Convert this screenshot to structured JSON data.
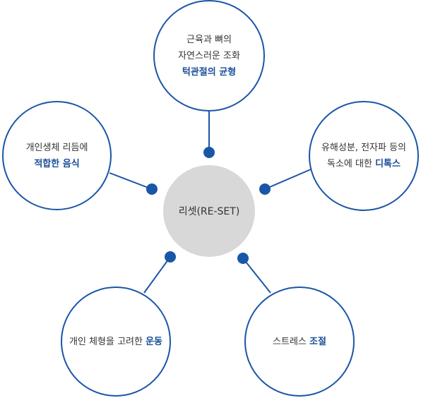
{
  "center": {
    "label": "리셋(RE-SET)"
  },
  "colors": {
    "accent": "#1a56a6",
    "emphasis_text": "#1a4f99",
    "center_fill": "#d8d8d8",
    "body_text": "#333333"
  },
  "nodes": {
    "top": {
      "line1": "근육과 뼈의",
      "line2": "자연스러운 조화",
      "line3_em": "턱관절의 균형"
    },
    "left": {
      "line1": "개인생체 리듬에",
      "line2_em": "적합한 음식"
    },
    "right": {
      "line1": "유해성분, 전자파 등의",
      "line2": "독소에 대한 ",
      "line2_em": "디톡스"
    },
    "bottom_left": {
      "line1": "개인 체형을 고려한 ",
      "line1_em": "운동"
    },
    "bottom_right": {
      "line1": "스트레스 ",
      "line1_em": "조절"
    }
  }
}
